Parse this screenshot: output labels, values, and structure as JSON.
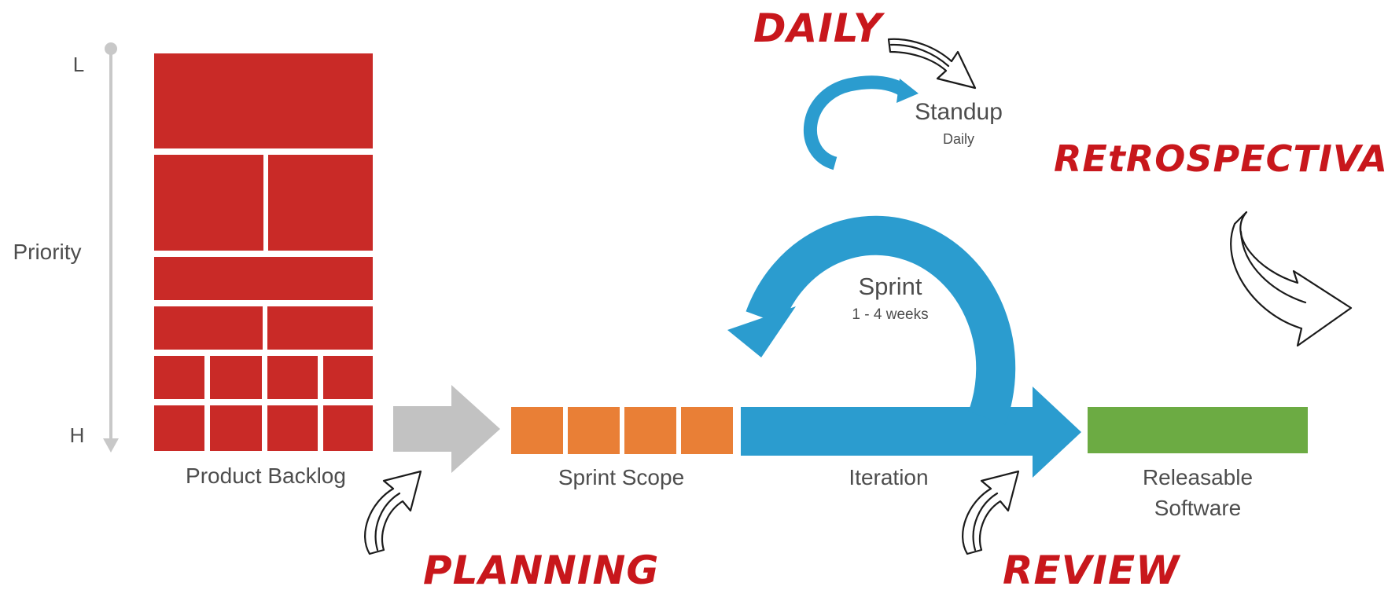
{
  "axis": {
    "top": "L",
    "middle": "Priority",
    "bottom": "H"
  },
  "labels": {
    "product_backlog": "Product Backlog",
    "sprint_scope": "Sprint Scope",
    "iteration": "Iteration",
    "releasable_line1": "Releasable",
    "releasable_line2": "Software",
    "standup": "Standup",
    "standup_sub": "Daily",
    "sprint": "Sprint",
    "sprint_sub": "1 - 4 weeks"
  },
  "annotations": {
    "daily": "DAILY",
    "retrospectiva": "REtROSPECTIVA",
    "planning": "PLANNING",
    "review": "REVIEW"
  },
  "colors": {
    "backlog": "#c92a27",
    "sprint_scope": "#e97f36",
    "iteration": "#2b9ccf",
    "releasable": "#6cab43",
    "planning_arrow": "#c2c2c2",
    "axis": "#c8c8c8",
    "annotation": "#c8171c"
  },
  "icons": [
    "hand-drawn-curved-arrow-icon"
  ]
}
